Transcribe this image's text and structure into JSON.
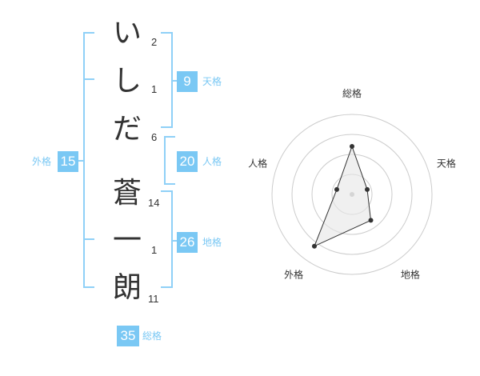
{
  "name": {
    "characters": [
      {
        "char": "い",
        "strokes": "2"
      },
      {
        "char": "し",
        "strokes": "1"
      },
      {
        "char": "だ",
        "strokes": "6"
      },
      {
        "char": "蒼",
        "strokes": "14"
      },
      {
        "char": "一",
        "strokes": "1"
      },
      {
        "char": "朗",
        "strokes": "11"
      }
    ]
  },
  "fortunes": {
    "tenkaku": {
      "value": "9",
      "label": "天格"
    },
    "jinkaku": {
      "value": "20",
      "label": "人格"
    },
    "chikaku": {
      "value": "26",
      "label": "地格"
    },
    "gaikaku": {
      "value": "15",
      "label": "外格"
    },
    "soukaku": {
      "value": "35",
      "label": "総格"
    }
  },
  "radar": {
    "axes": [
      "総格",
      "天格",
      "地格",
      "外格",
      "人格"
    ],
    "values": [
      3,
      1,
      2,
      4,
      1
    ],
    "max": 5,
    "rings": 4,
    "colors": {
      "ring": "#cccccc",
      "fill": "#e6e6e6",
      "line": "#333333",
      "point": "#333333",
      "center": "#bbbbbb"
    }
  },
  "colors": {
    "accent": "#7ac8f4",
    "bracket": "#8fd0f7"
  }
}
